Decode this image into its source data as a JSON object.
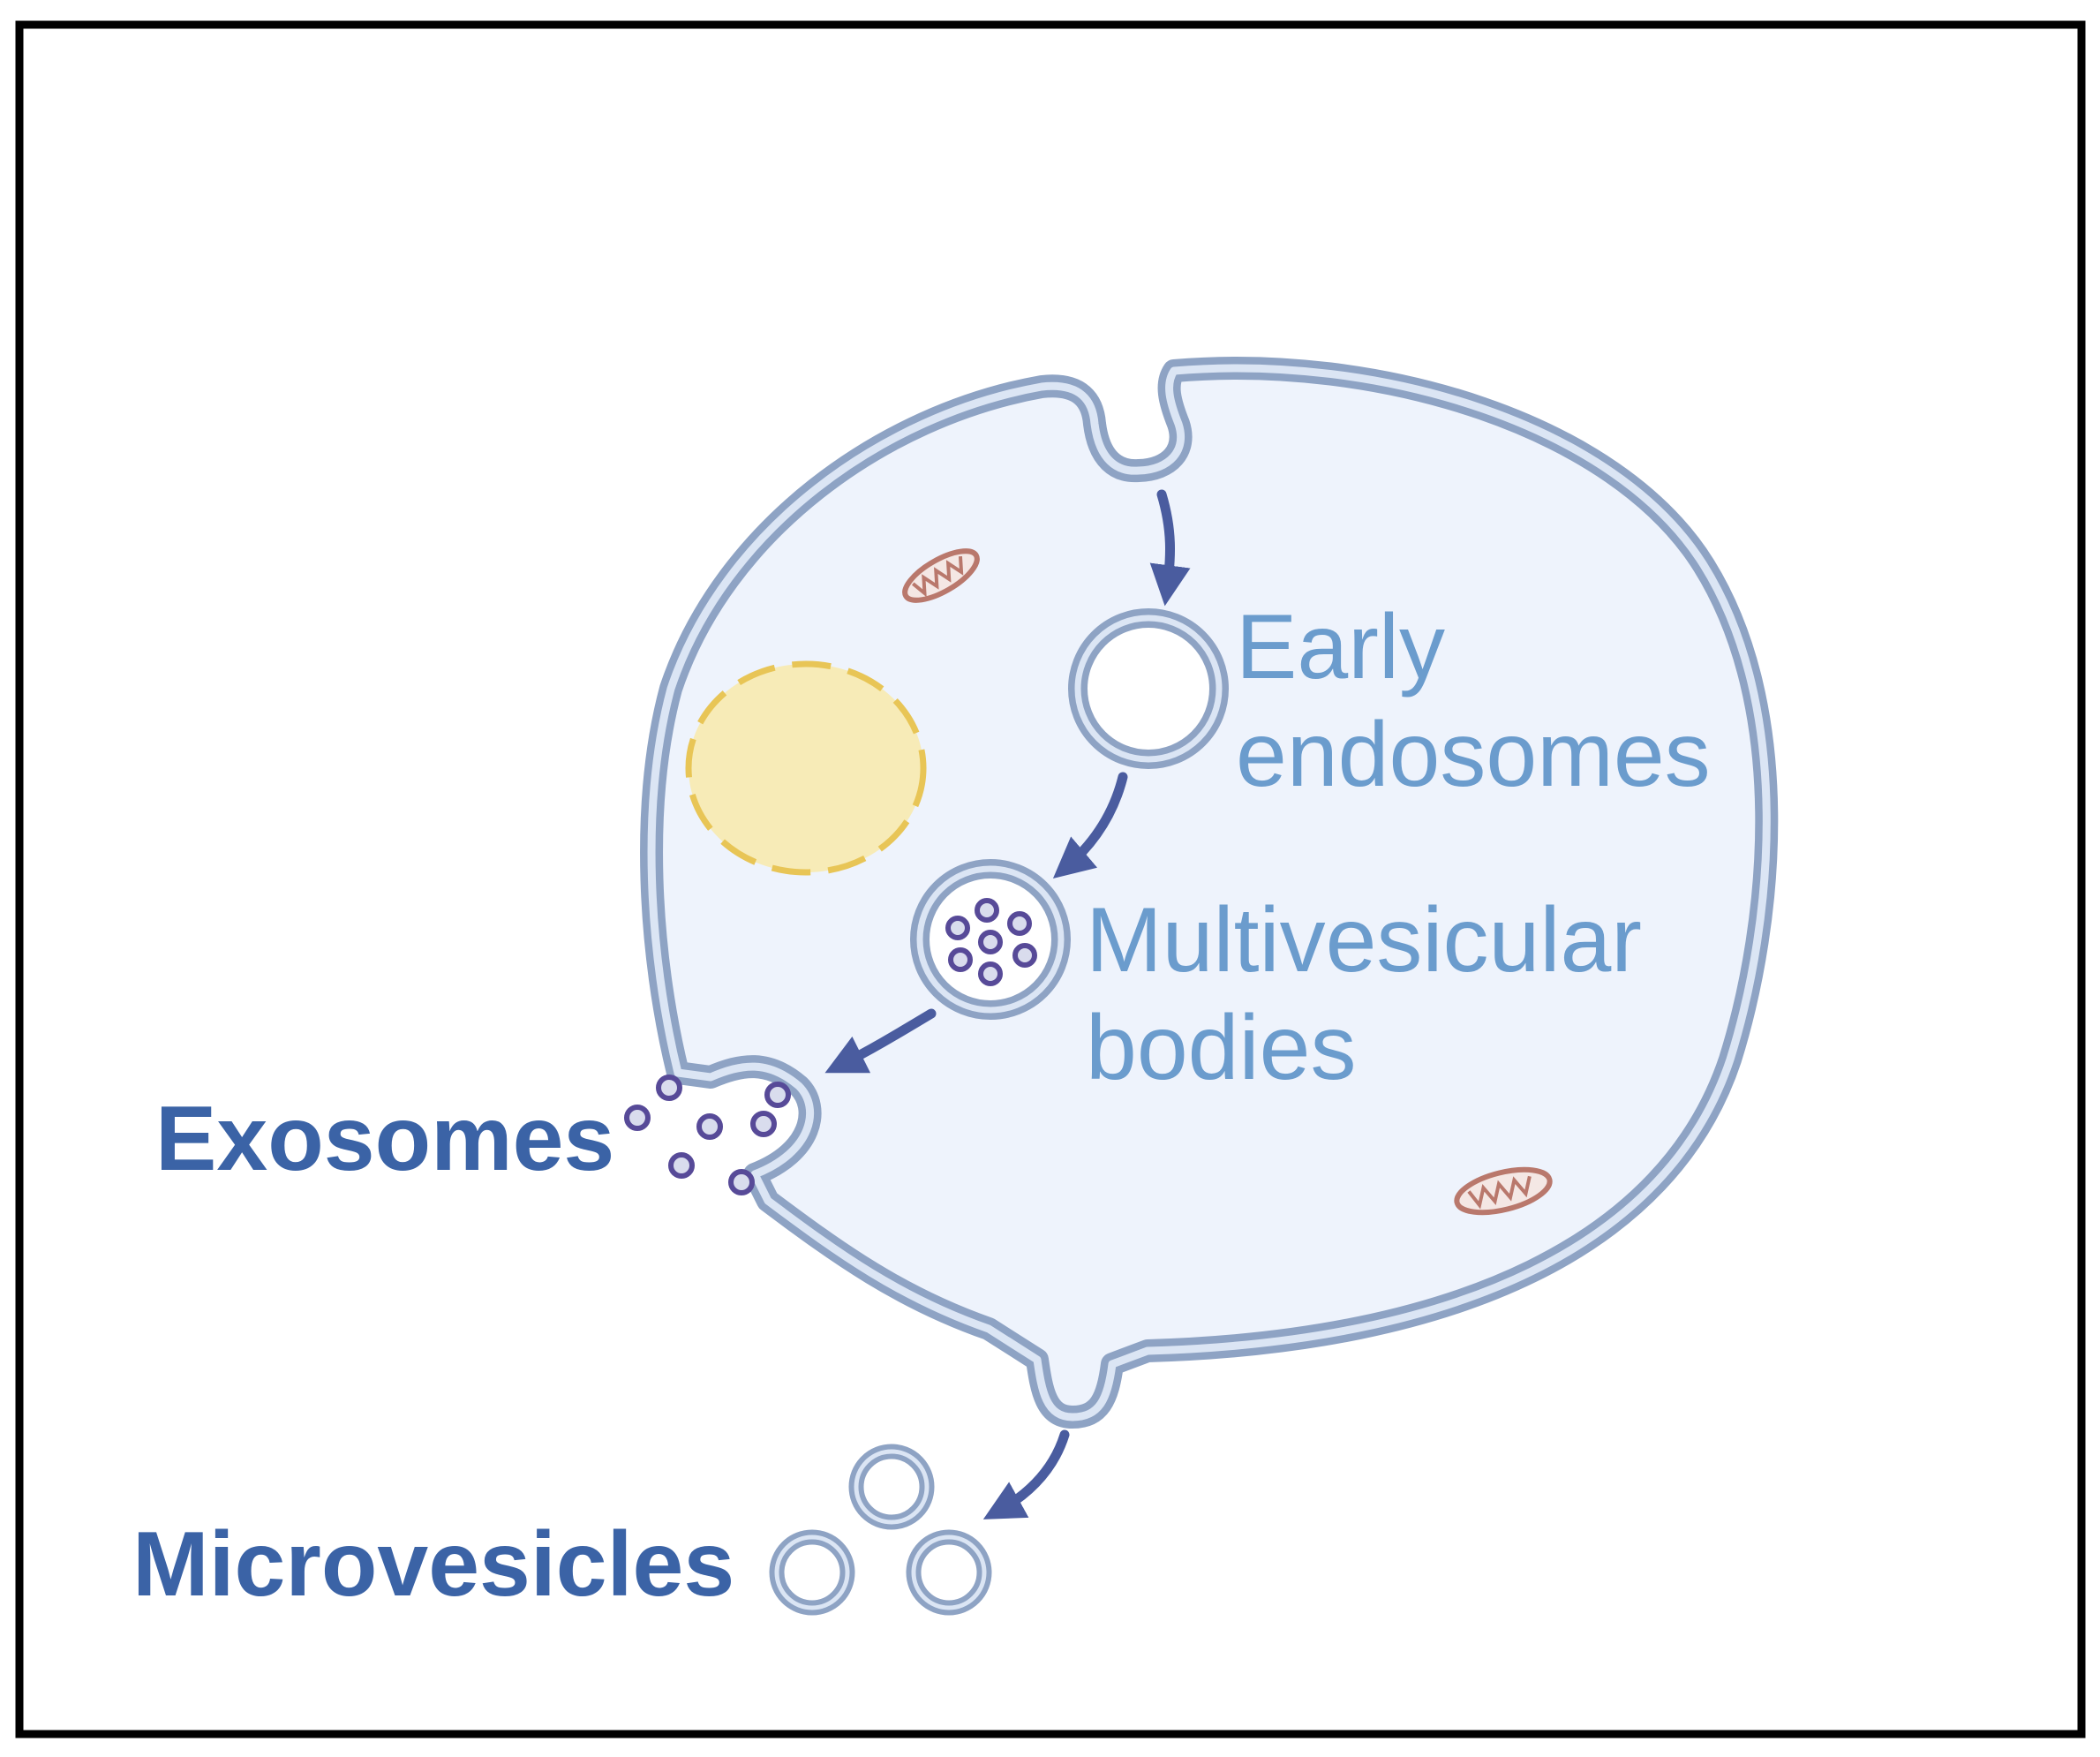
{
  "diagram": {
    "labels": {
      "early_endosomes": [
        "Early",
        "endosomes"
      ],
      "multivesicular_bodies": [
        "Multivesicular",
        "bodies"
      ],
      "exosomes": "Exosomes",
      "microvesicles": "Microvesicles"
    },
    "colors": {
      "frame": "#000000",
      "background": "#ffffff",
      "cell_fill": "#eef3fc",
      "membrane": "#8ea3c4",
      "membrane_inner": "#dbe5f4",
      "arrow": "#4a5c9f",
      "label_inner": "#6b9ccd",
      "label_outer": "#3b63a6",
      "nucleus_fill": "#f7ebb7",
      "nucleus_stroke": "#e8c556",
      "mitochondria": "#b9786c",
      "vesicle_fill": "#d9dced",
      "vesicle_stroke": "#574a98"
    }
  }
}
